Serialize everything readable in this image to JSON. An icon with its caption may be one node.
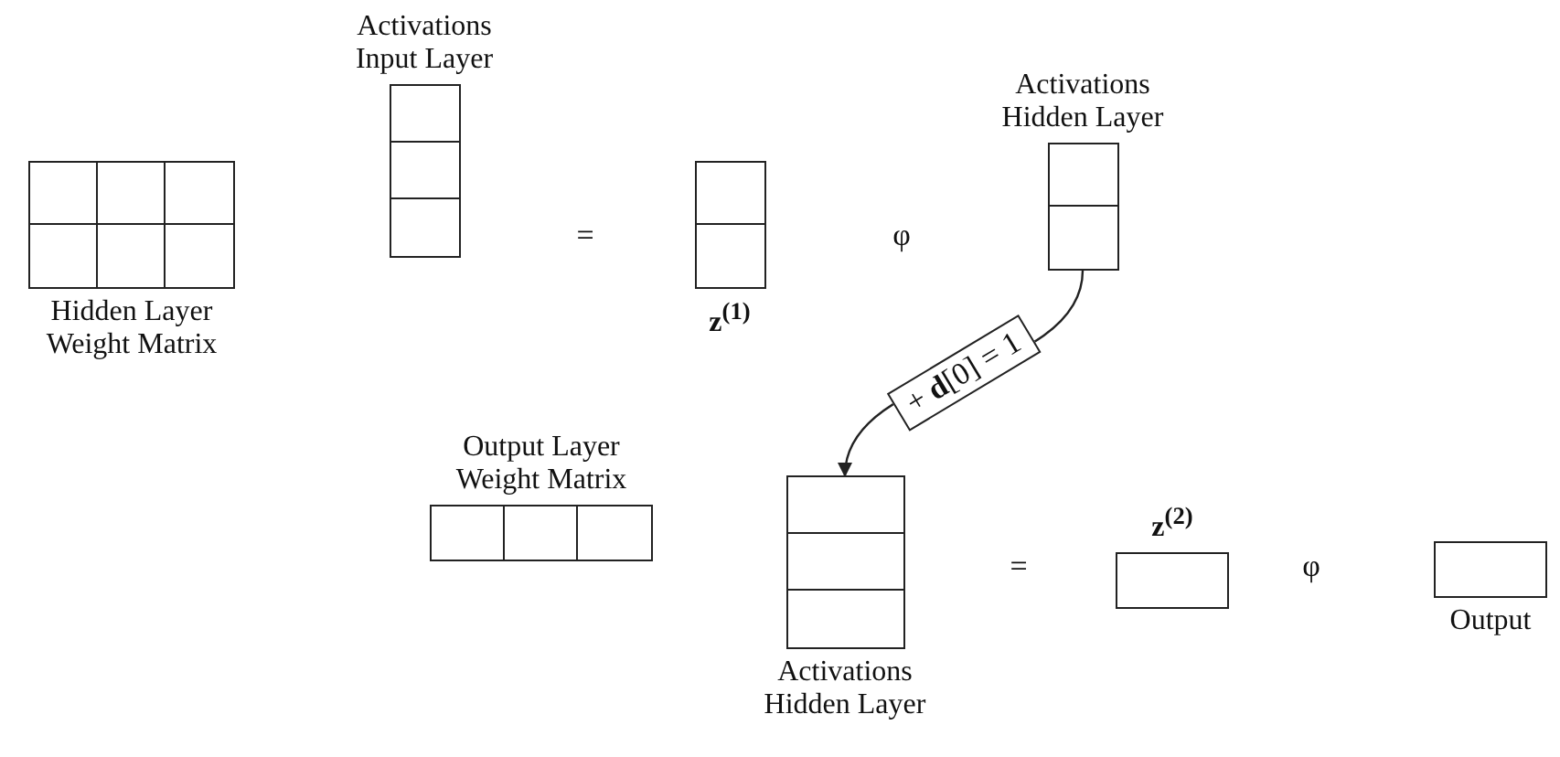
{
  "diagram": {
    "nodes": [
      {
        "text": [
          "Hidden Layer Weight Matrix"
        ]
      },
      {
        "text": [
          "Activations Input Layer"
        ]
      },
      {
        "text": [
          "z$^{(1)}$"
        ]
      },
      {
        "text": [
          "Activations Hidden Layer"
        ]
      },
      {
        "text": [
          "Output Layer Weight Matrix"
        ]
      },
      {
        "text": [
          "Activations Hidden Layer"
        ]
      },
      {
        "text": [
          "z$^{(2)}$"
        ]
      },
      {
        "text": [
          "Output"
        ]
      }
    ],
    "edges": [
      {
        "from": 3,
        "to": 5,
        "arrow": "to",
        "label": "+ **d**[0] = 1"
      }
    ],
    "labels": [
      "=",
      "φ",
      "=",
      "φ"
    ]
  }
}
